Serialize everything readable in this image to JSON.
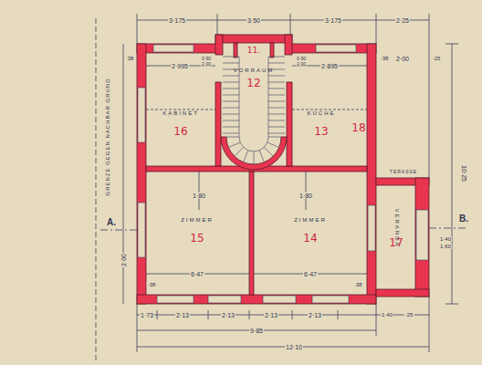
{
  "diagram": {
    "nodes": [
      {
        "text": [
          "KABINET",
          "16"
        ]
      },
      {
        "text": [
          "VORRAUM",
          "12"
        ]
      },
      {
        "text": [
          "KÜCHE",
          "13"
        ]
      },
      {
        "text": [
          "18"
        ]
      },
      {
        "text": [
          "ZIMMER",
          "15"
        ]
      },
      {
        "text": [
          "ZIMMER",
          "14"
        ]
      },
      {
        "text": [
          "VERANDA",
          "17"
        ]
      },
      {
        "text": [
          "11."
        ]
      }
    ],
    "labels": [
      "3·175",
      "3·50",
      "3·175",
      "2·25",
      "2·995",
      "2·895",
      "0·90",
      "2·00",
      "0·90",
      "2·00",
      "·38",
      "·38",
      "2·00",
      "·25",
      "10·25",
      "2·00",
      "·38",
      "·38",
      "6·47",
      "6·47",
      "1·80",
      "1·80",
      "A.",
      "B.",
      "TERASSE",
      "1·40",
      "1·60",
      "1·73",
      "2·13",
      "2·13",
      "2·13",
      "2·13",
      "1·40",
      "·25",
      "9·85",
      "12·10",
      "GRENZE GEGEN NACHBAR GRUND"
    ]
  }
}
